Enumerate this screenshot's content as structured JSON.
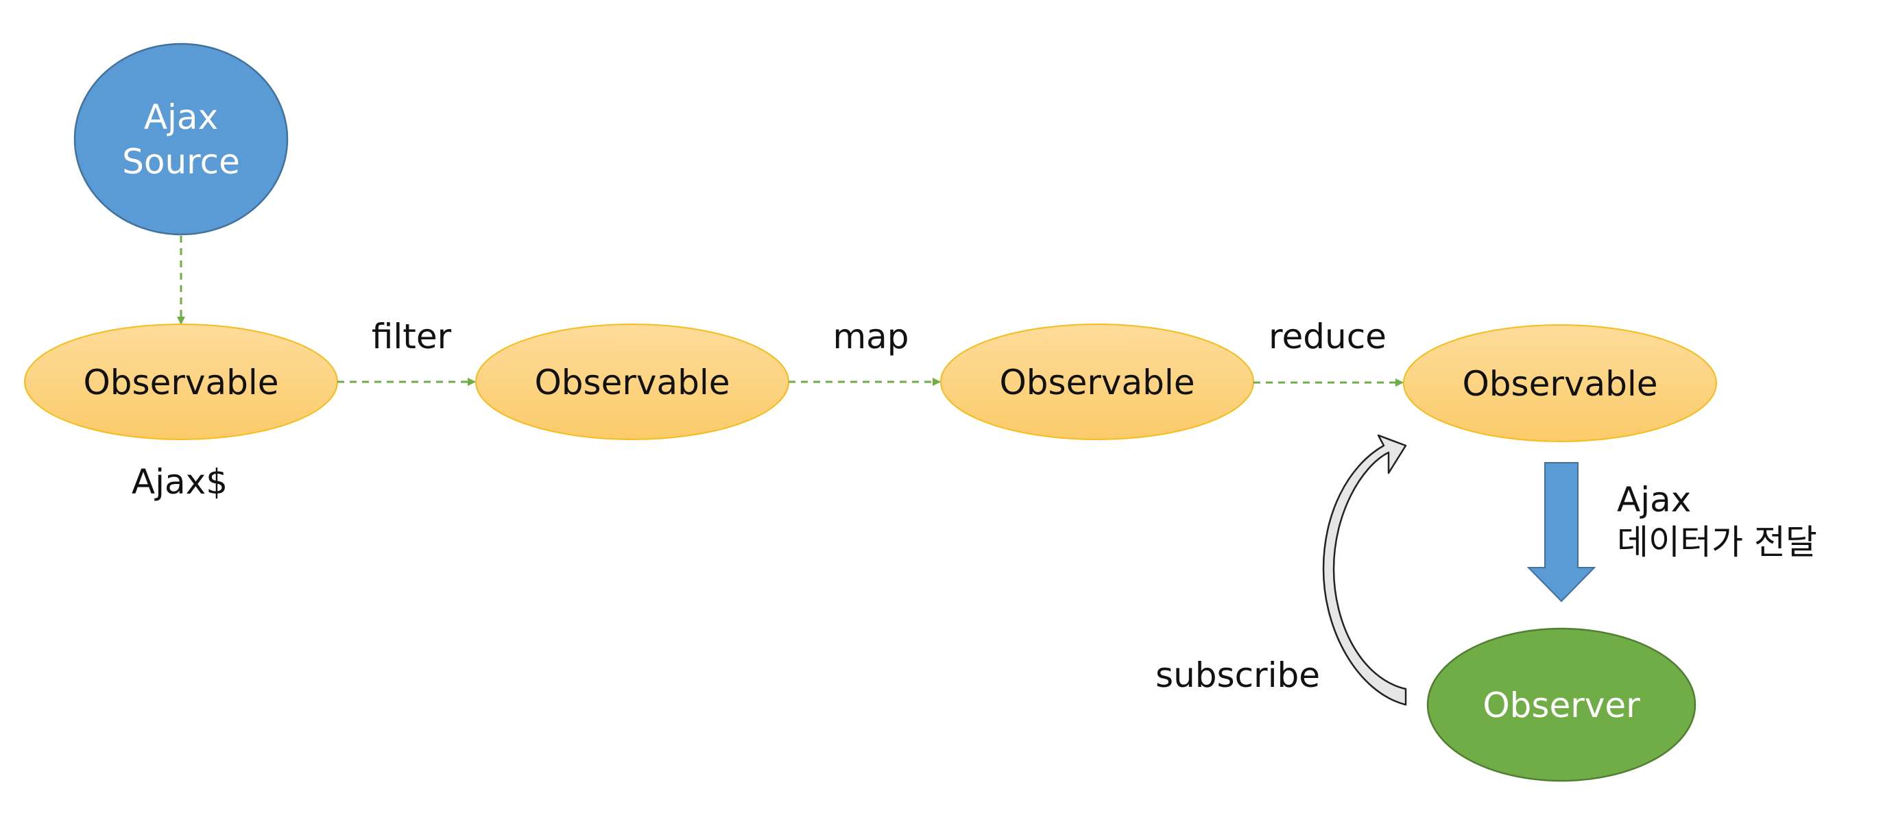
{
  "source": {
    "line1": "Ajax",
    "line2": "Source",
    "fill": "#5b9bd5",
    "stroke": "#41719c"
  },
  "observables": [
    {
      "label": "Observable"
    },
    {
      "label": "Observable"
    },
    {
      "label": "Observable"
    },
    {
      "label": "Observable"
    }
  ],
  "observable_fill": "#fdd58a",
  "observable_stroke": "#f5bc1c",
  "operators": [
    {
      "label": "filter"
    },
    {
      "label": "map"
    },
    {
      "label": "reduce"
    }
  ],
  "stream_label": "Ajax$",
  "observer": {
    "label": "Observer",
    "fill": "#70ad47",
    "stroke": "#507e32"
  },
  "delivery_label": {
    "line1": "Ajax",
    "line2": "데이터가 전달"
  },
  "subscribe_label": "subscribe",
  "connector_color": "#70ad47",
  "delivery_arrow_color": "#5b9bd5"
}
